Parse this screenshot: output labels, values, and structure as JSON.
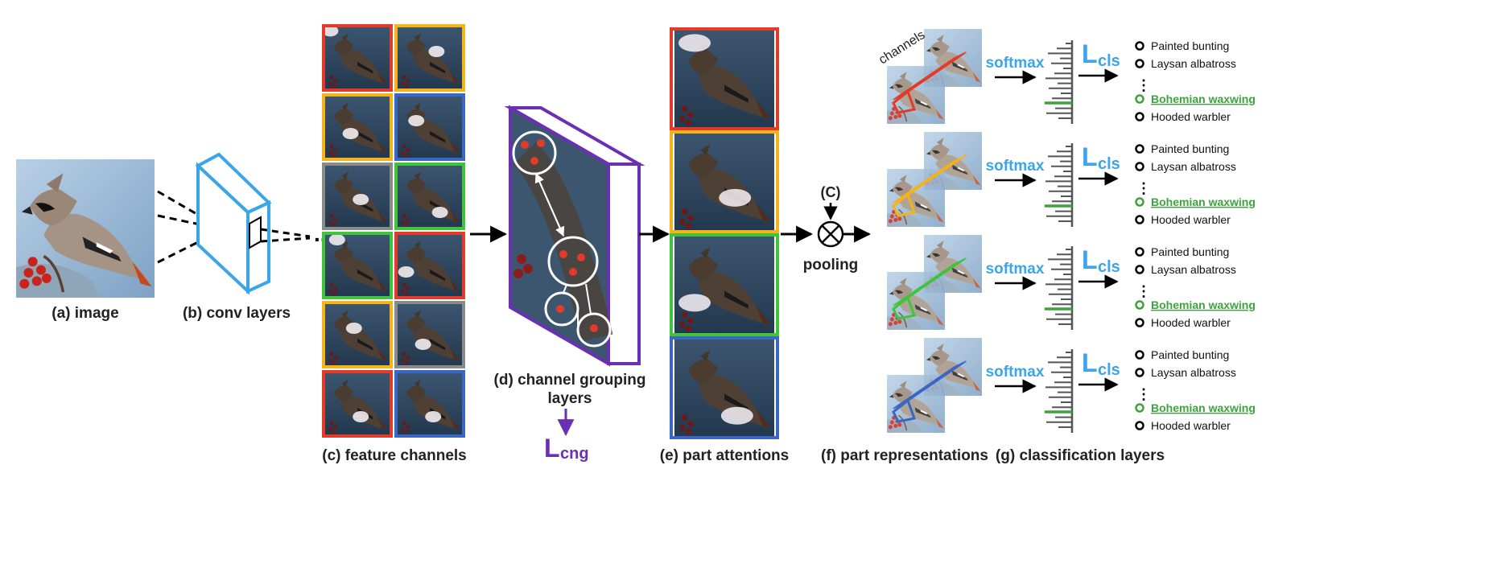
{
  "labels": {
    "image": "(a) image",
    "conv": "(b) conv layers",
    "channels": "(c) feature channels",
    "grouping_1": "(d) channel grouping",
    "grouping_2": "layers",
    "attentions": "(e) part attentions",
    "representations": "(f) part representations",
    "classification": "(g) classification layers"
  },
  "loss": {
    "cng_main": "L",
    "cng_sub": "cng",
    "cls_main": "L",
    "cls_sub": "cls"
  },
  "operators": {
    "concat": "(C)",
    "pooling": "pooling",
    "softmax": "softmax",
    "channels_word": "channels",
    "dots": "...",
    "vdots": "⋮"
  },
  "classes": [
    "Painted bunting",
    "Laysan albatross",
    "Bohemian waxwing",
    "Hooded warbler"
  ],
  "colors": {
    "red": "#e23b2a",
    "yellow": "#f4b31a",
    "blue": "#3a66c4",
    "green": "#3fc43b",
    "gray": "#8a8a8a",
    "purple": "#6b2fb3",
    "cyan": "#3aa6e8",
    "highlight_green": "#3da33d"
  },
  "feature_grid": [
    [
      "red",
      "yellow"
    ],
    [
      "yellow",
      "blue"
    ],
    [
      "gray",
      "green"
    ],
    [
      "green",
      "red"
    ],
    [
      "yellow",
      "gray"
    ],
    [
      "red",
      "blue"
    ]
  ],
  "attention_frames": [
    "red",
    "yellow",
    "green",
    "blue"
  ],
  "branch_colors": [
    "red",
    "yellow",
    "green",
    "blue"
  ]
}
